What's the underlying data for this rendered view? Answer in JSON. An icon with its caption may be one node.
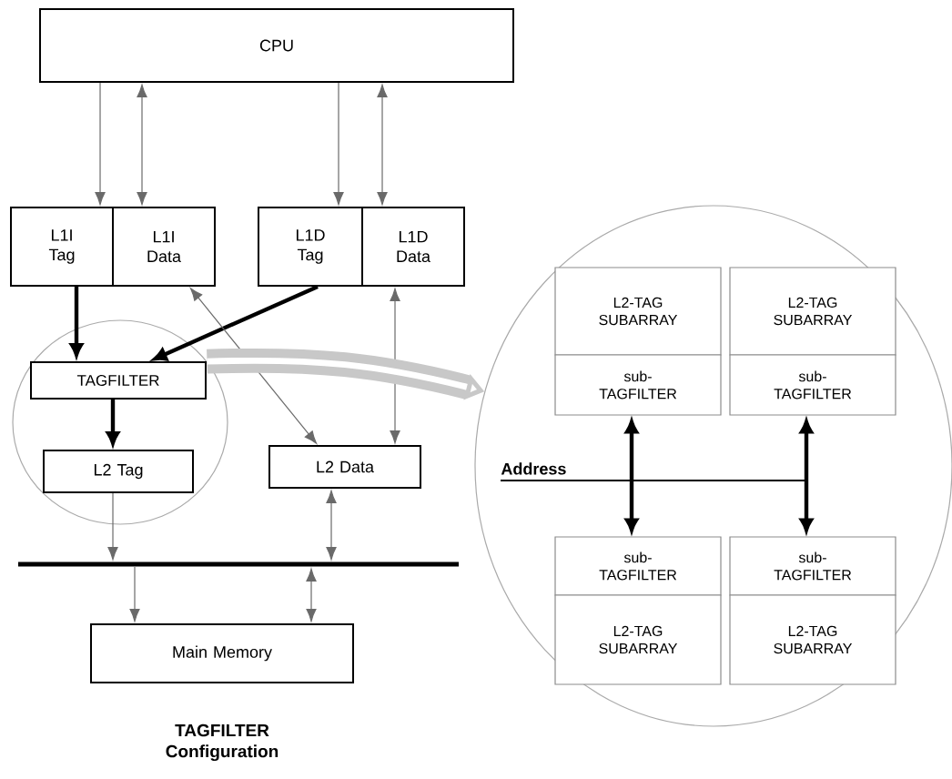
{
  "diagram": {
    "caption": "TAGFILTER Configuration",
    "nodes": [
      {
        "text": [
          "CPU"
        ]
      },
      {
        "text": [
          "L1I Tag"
        ]
      },
      {
        "text": [
          "L1I Data"
        ]
      },
      {
        "text": [
          "L1D Tag"
        ]
      },
      {
        "text": [
          "L1D Data"
        ]
      },
      {
        "text": [],
        "shape": "circle"
      },
      {
        "text": [
          "TAGFILTER"
        ],
        "in": 5
      },
      {
        "text": [
          "L2 Tag"
        ],
        "in": 5
      },
      {
        "text": [
          "L2 Data"
        ]
      },
      {
        "text": [],
        "shape": "bar"
      },
      {
        "text": [
          "Main Memory"
        ]
      },
      {
        "text": [],
        "shape": "circle"
      },
      {
        "text": [
          "L2-TAG SUBARRAY"
        ],
        "in": 11
      },
      {
        "text": [
          "sub- TAGFILTER"
        ],
        "in": 11
      },
      {
        "text": [
          "L2-TAG SUBARRAY"
        ],
        "in": 11
      },
      {
        "text": [
          "sub- TAGFILTER"
        ],
        "in": 11
      },
      {
        "text": [
          "sub- TAGFILTER"
        ],
        "in": 11
      },
      {
        "text": [
          "L2-TAG SUBARRAY"
        ],
        "in": 11
      },
      {
        "text": [
          "sub- TAGFILTER"
        ],
        "in": 11
      },
      {
        "text": [
          "L2-TAG SUBARRAY"
        ],
        "in": 11
      }
    ],
    "edges": [
      {
        "from": 0,
        "to": 1,
        "arrow": "to"
      },
      {
        "from": 0,
        "to": 2,
        "arrow": "both"
      },
      {
        "from": 0,
        "to": 3,
        "arrow": "to"
      },
      {
        "from": 0,
        "to": 4,
        "arrow": "both"
      },
      {
        "from": 1,
        "to": 6,
        "arrow": "to",
        "style": "thick",
        "color": "#000000"
      },
      {
        "from": 3,
        "to": 6,
        "arrow": "to",
        "style": "thick",
        "color": "#000000"
      },
      {
        "from": 2,
        "to": 8,
        "arrow": "both"
      },
      {
        "from": 4,
        "to": 8,
        "arrow": "both"
      },
      {
        "from": 6,
        "to": 7,
        "arrow": "to",
        "style": "thick",
        "color": "#000000"
      },
      {
        "from": 7,
        "to": 9,
        "arrow": "to"
      },
      {
        "from": 8,
        "to": 9,
        "arrow": "both"
      },
      {
        "from": 9,
        "to": 10,
        "arrow": "to"
      },
      {
        "from": 9,
        "to": 10,
        "arrow": "both"
      },
      {
        "from": 13,
        "to": 16,
        "arrow": "both",
        "style": "thick",
        "color": "#000000"
      },
      {
        "from": 15,
        "to": 18,
        "arrow": "both",
        "style": "thick",
        "color": "#000000"
      },
      {
        "from": 5,
        "to": 11,
        "arrow": "to",
        "style": "thick",
        "color": "#c8c8c8"
      }
    ],
    "labels": [
      "Address"
    ]
  }
}
